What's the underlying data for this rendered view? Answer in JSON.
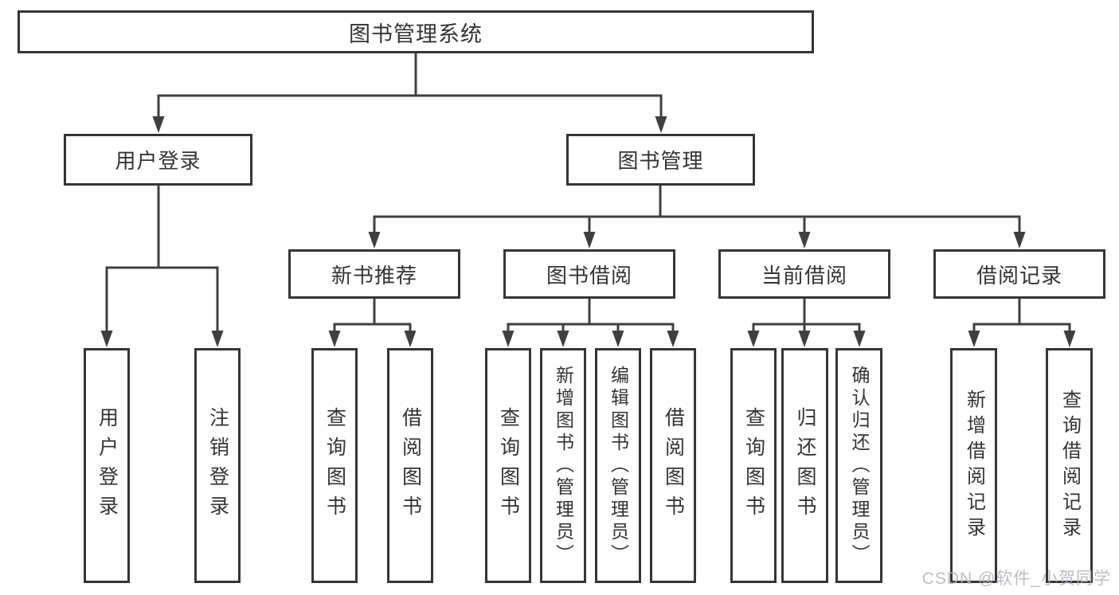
{
  "diagram": {
    "root": {
      "label": "图书管理系统"
    },
    "user_login": {
      "label": "用户登录",
      "children": [
        {
          "label": "用户登录"
        },
        {
          "label": "注销登录"
        }
      ]
    },
    "book_management": {
      "label": "图书管理",
      "modules": [
        {
          "label": "新书推荐",
          "children": [
            {
              "label": "查询图书"
            },
            {
              "label": "借阅图书"
            }
          ]
        },
        {
          "label": "图书借阅",
          "children": [
            {
              "label": "查询图书"
            },
            {
              "label": "新增图书（管理员）"
            },
            {
              "label": "编辑图书（管理员）"
            },
            {
              "label": "借阅图书"
            }
          ]
        },
        {
          "label": "当前借阅",
          "children": [
            {
              "label": "查询图书"
            },
            {
              "label": "归还图书"
            },
            {
              "label": "确认归还（管理员）"
            }
          ]
        },
        {
          "label": "借阅记录",
          "children": [
            {
              "label": "新增借阅记录"
            },
            {
              "label": "查询借阅记录"
            }
          ]
        }
      ]
    }
  },
  "watermark": {
    "text": "CSDN @软件_小贺同学"
  },
  "colors": {
    "line": "#3f3f3f",
    "box_border": "#353535",
    "text": "#333333",
    "background": "#ffffff",
    "watermark": "#b3b6ba"
  }
}
